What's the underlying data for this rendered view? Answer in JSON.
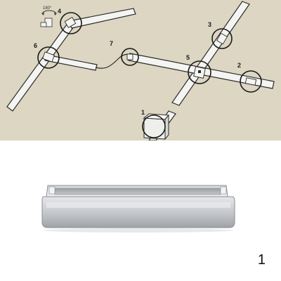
{
  "colors": {
    "wall": "#dcd6c2",
    "rail": "#f4f4f2",
    "rail_edge": "#2b2b2b",
    "callout_ring": "#1a1a1a",
    "connector_silver": "#c9cbcf"
  },
  "rotation_label": "180°",
  "callouts": [
    {
      "label": "1"
    },
    {
      "label": "2"
    },
    {
      "label": "3"
    },
    {
      "label": "4"
    },
    {
      "label": "5"
    },
    {
      "label": "6"
    },
    {
      "label": "7"
    }
  ],
  "part_number": "1"
}
